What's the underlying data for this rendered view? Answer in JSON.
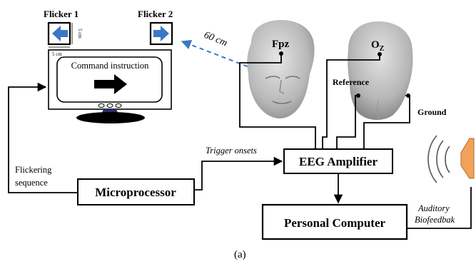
{
  "figure": {
    "caption": "(a)"
  },
  "monitor": {
    "flicker1_label": "Flicker 1",
    "flicker2_label": "Flicker 2",
    "flicker_height_dim": "5 cm",
    "flicker_width_dim": "5 cm",
    "command_text": "Command instruction"
  },
  "distance_label": "60 cm",
  "electrodes": {
    "fpz": "Fpz",
    "oz_main": "O",
    "oz_sub": "Z",
    "reference": "Reference",
    "ground": "Ground"
  },
  "blocks": {
    "eeg_amplifier": "EEG Amplifier",
    "microprocessor": "Microprocessor",
    "personal_computer": "Personal Computer"
  },
  "signal_labels": {
    "trigger_onsets": "Trigger onsets",
    "flickering_line1": "Flickering",
    "flickering_line2": "sequence",
    "auditory_line1": "Auditory",
    "auditory_line2": "Biofeedbak"
  },
  "colors": {
    "flicker_arrow": "#3b78c4",
    "dashed_line": "#3a78c2",
    "head_skin": "#c9c9c9",
    "speaker": "#f2a25a"
  },
  "icons": {
    "flicker1": "left-arrow-icon",
    "flicker2": "right-arrow-icon",
    "command": "right-arrow-icon",
    "speaker": "speaker-icon"
  }
}
